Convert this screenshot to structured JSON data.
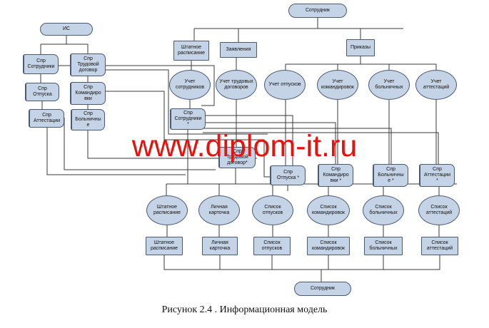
{
  "diagram": {
    "nodes": {
      "sotrudnik_top": "Сотрудник",
      "is": "ИС",
      "spr_sotrudniki": "Спр\nСотрудники",
      "spr_trud_dogovor": "Спр\nТрудовой\nдоговор",
      "spr_otpuska": "Спр\nОтпуска",
      "spr_komandirovki": "Спр\nКомандиро\nвки",
      "spr_attestacii": "Спр\nАттестации",
      "spr_bolnichnye": "Спр\nБольничны\nе",
      "shtatnoe_raspisanie_doc": "Штатное\nрасписание",
      "zayavleniya": "Заявления",
      "prikazy": "Приказы",
      "uchet_sotrudnikov": "Учет\nсотрудников",
      "uchet_trud_dogovorov": "Учет трудовых\nдоговоров",
      "uchet_otpuskov": "Учет отпусков",
      "uchet_komandirovok": "Учет\nкомандировок",
      "uchet_bolnichnyh": "Учет\nбольничных",
      "uchet_attestaciy": "Учет\nаттестаций",
      "spr_sotrudniki_2": "Спр\nСотрудники\n*",
      "spr_trud_dogovor_2": "Спр\nТрудовой\nдоговор*",
      "spr_otpuska_2": "Спр\nОтпуска *",
      "spr_komandirovki_2": "Спр\nКомандиро\nвки *",
      "spr_bolnichnye_2": "Спр\nБольничны\nе *",
      "spr_attestacii_2": "Спр\nАттестации\n*",
      "proc_shtatnoe": "Штатное\nрасписание",
      "proc_lichnaya": "Личная\nкарточка",
      "proc_spisok_otpuskov": "Список\nотпусков",
      "proc_spisok_komandirovok": "Список\nкомандировок",
      "proc_spisok_bolnichnyh": "Список\nбольничных",
      "proc_spisok_attestaciy": "Список\nаттестаций",
      "doc_shtatnoe": "Штатное\nрасписание",
      "doc_lichnaya": "Личная\nкарточка",
      "doc_spisok_otpuskov": "Список\nотпусков",
      "doc_spisok_komandirovok": "Список\nкомандировок",
      "doc_spisok_bolnichnyh": "Список\nбольничных",
      "doc_spisok_attestaciy": "Список\nаттестаций",
      "sotrudnik_bottom": "Сотрудник"
    }
  },
  "watermark": "www.diplom-it.ru",
  "caption": "Рисунок 2.4 . Информационная модель"
}
